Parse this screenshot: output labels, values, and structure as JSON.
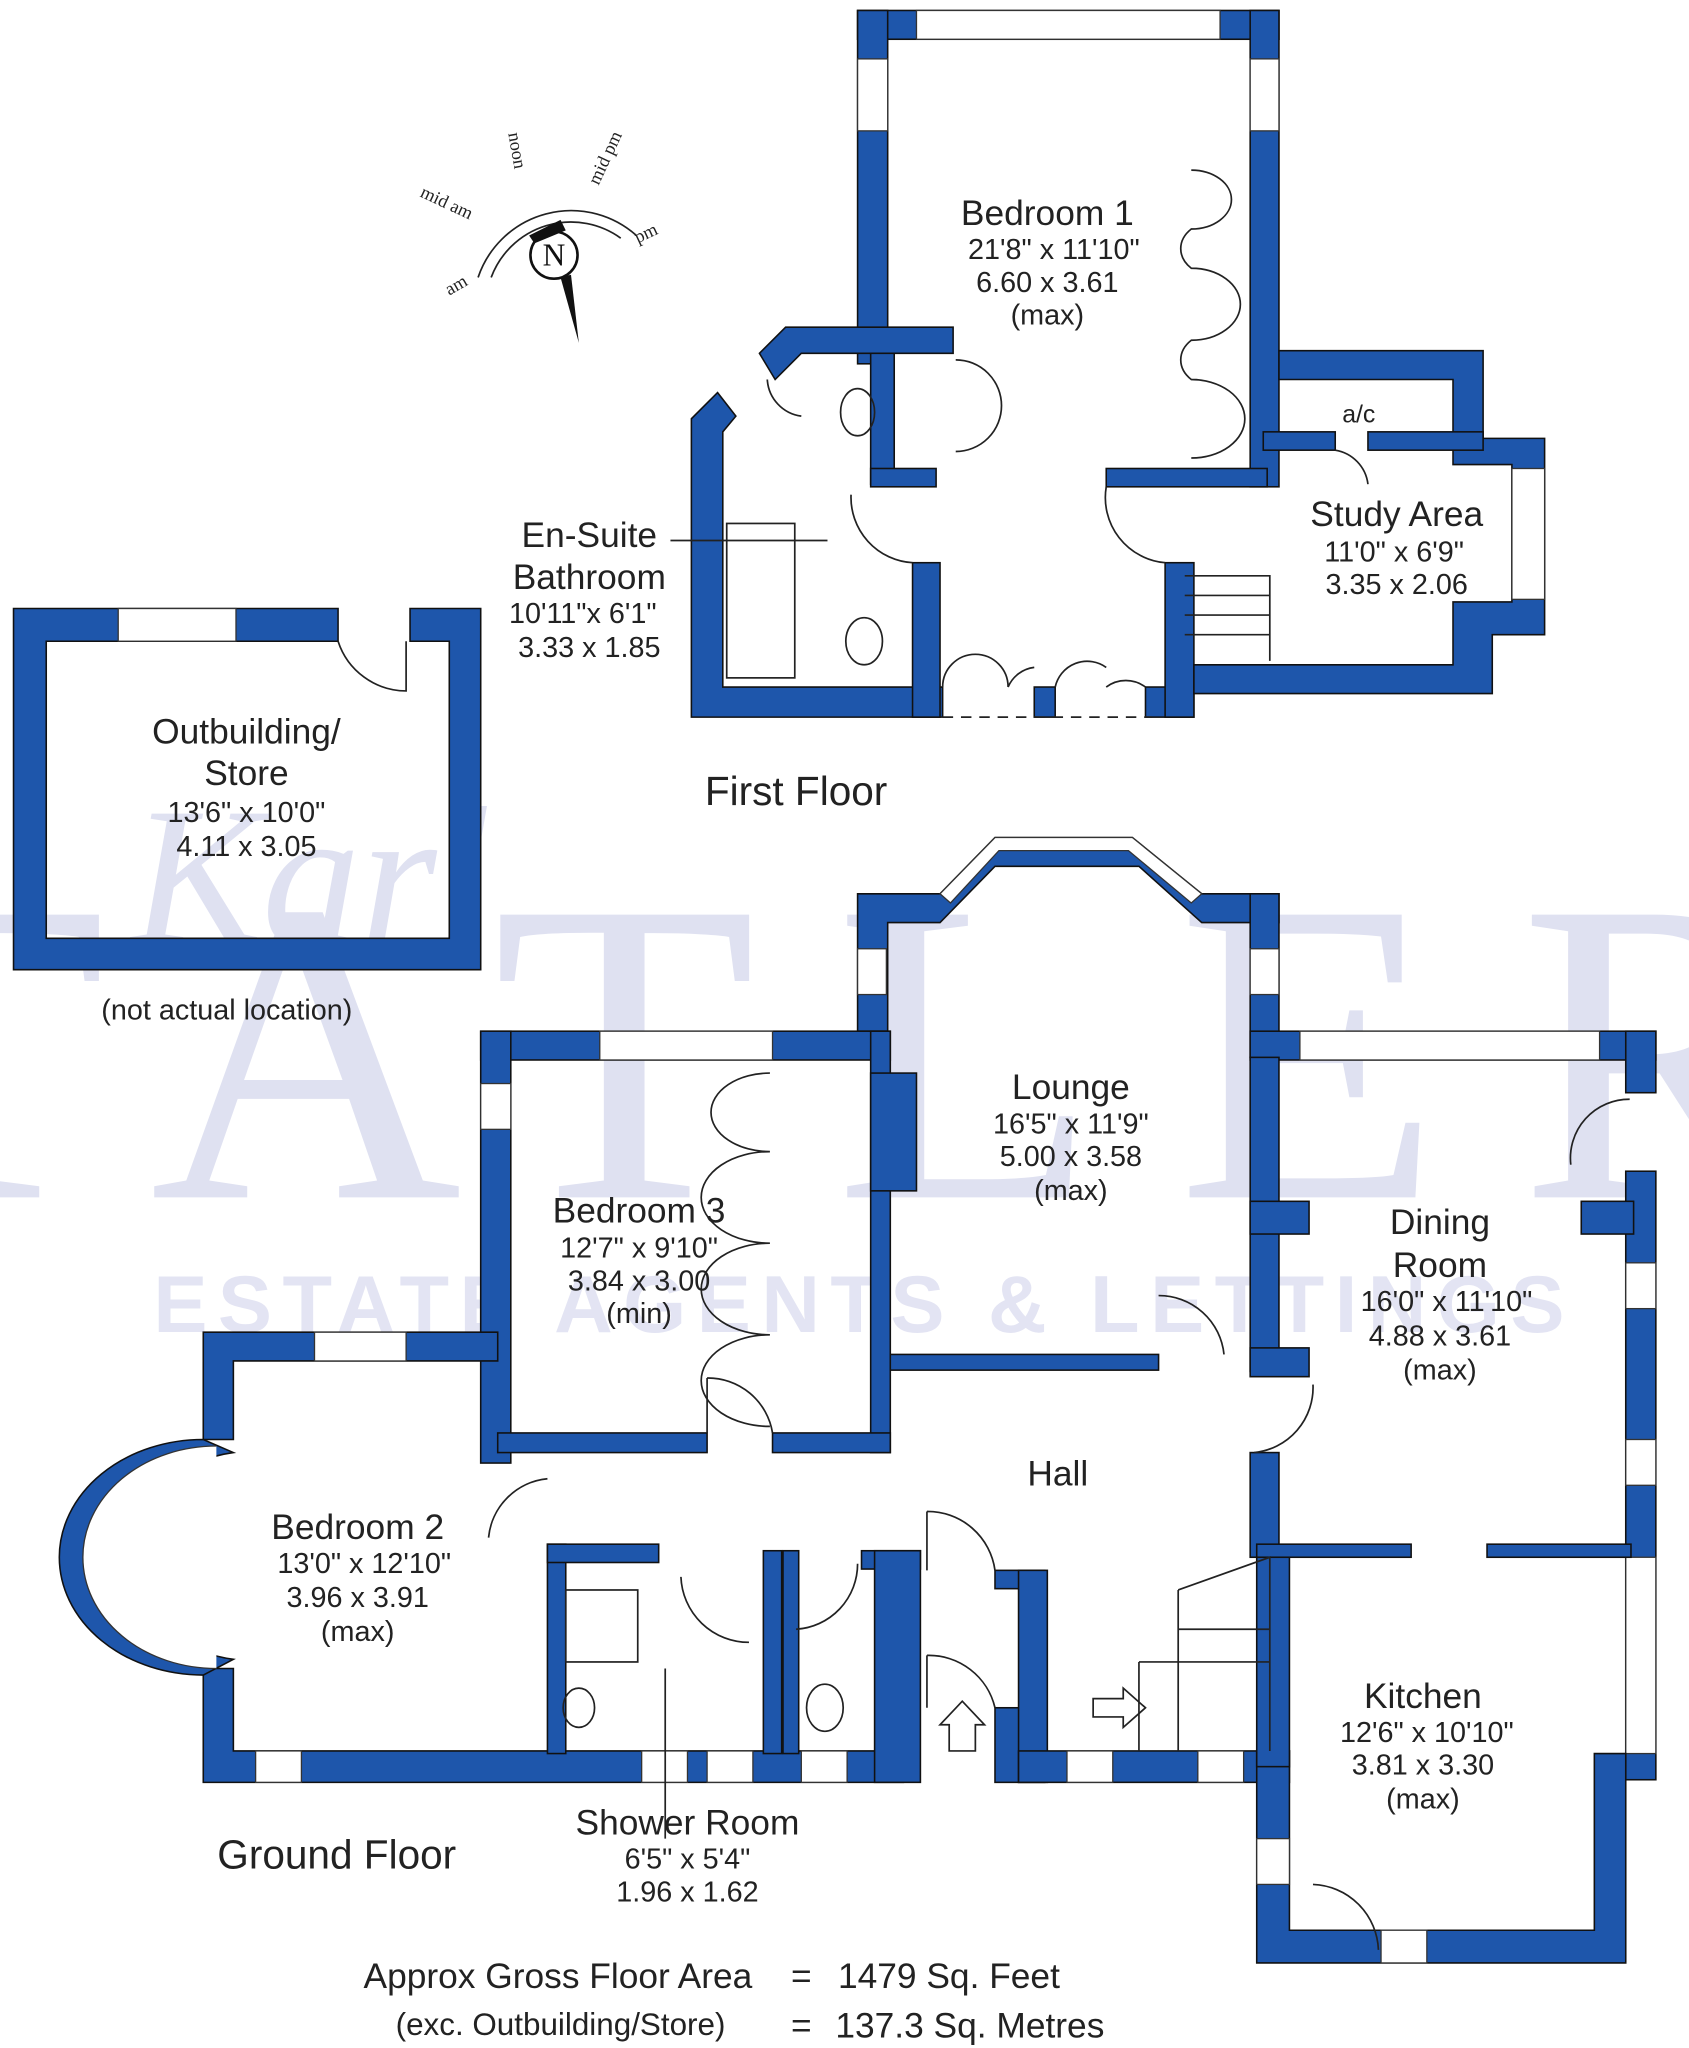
{
  "watermark": {
    "script": "Karl",
    "name": "TATLER",
    "tagline": "ESTATE AGENTS & LETTINGS"
  },
  "compass": {
    "north": "N",
    "am": "am",
    "mid_am": "mid am",
    "noon": "noon",
    "mid_pm": "mid pm",
    "pm": "pm"
  },
  "floors": {
    "first": "First Floor",
    "ground": "Ground Floor"
  },
  "rooms": {
    "bedroom1": {
      "name": "Bedroom 1",
      "imperial": "21'8\" x 11'10\"",
      "metric": "6.60  x  3.61",
      "note": "(max)"
    },
    "ensuite": {
      "name1": "En-Suite",
      "name2": "Bathroom",
      "imperial": "10'11\"x  6'1\"",
      "metric": "3.33  x  1.85"
    },
    "study": {
      "name": "Study Area",
      "imperial": "11'0\"  x  6'9\"",
      "metric": "3.35  x  2.06"
    },
    "ac": "a/c",
    "outbuilding": {
      "name1": "Outbuilding/",
      "name2": "Store",
      "imperial": "13'6\"  x  10'0\"",
      "metric": "4.11  x  3.05",
      "note": "(not actual location)"
    },
    "lounge": {
      "name": "Lounge",
      "imperial": "16'5\"  x  11'9\"",
      "metric": "5.00  x  3.58",
      "note": "(max)"
    },
    "bedroom3": {
      "name": "Bedroom 3",
      "imperial": "12'7\"  x  9'10\"",
      "metric": "3.84  x  3.00",
      "note": "(min)"
    },
    "dining": {
      "name1": "Dining",
      "name2": "Room",
      "imperial": "16'0\"  x 11'10\"",
      "metric": "4.88  x  3.61",
      "note": "(max)"
    },
    "hall": "Hall",
    "bedroom2": {
      "name": "Bedroom 2",
      "imperial": "13'0\"  x 12'10\"",
      "metric": "3.96  x  3.91",
      "note": "(max)"
    },
    "shower": {
      "name": "Shower Room",
      "imperial": "6'5\"   x   5'4\"",
      "metric": "1.96  x  1.62"
    },
    "kitchen": {
      "name": "Kitchen",
      "imperial": "12'6\"  x 10'10\"",
      "metric": "3.81  x  3.30",
      "note": "(max)"
    }
  },
  "area": {
    "label": "Approx Gross Floor Area",
    "eq": "=",
    "sqft": "1479  Sq. Feet",
    "note": "(exc. Outbuilding/Store)",
    "eq2": "=",
    "sqm": "137.3  Sq. Metres"
  }
}
